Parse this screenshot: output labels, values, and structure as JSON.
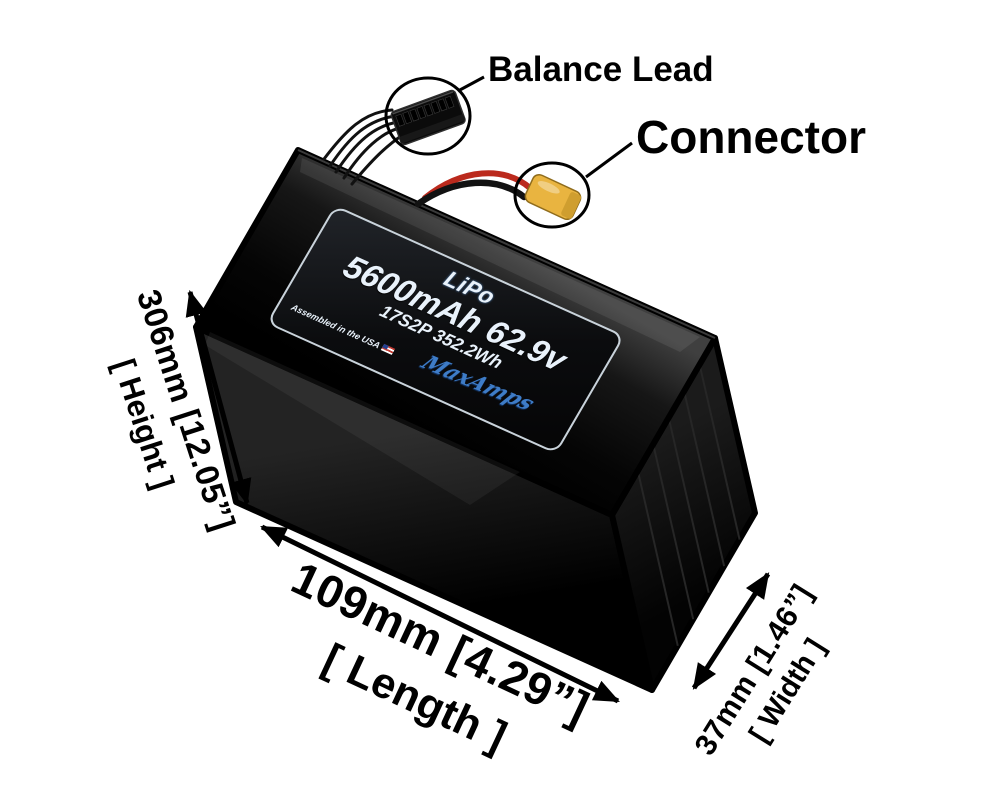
{
  "callouts": {
    "balance_lead": "Balance Lead",
    "connector": "Connector"
  },
  "battery_label": {
    "chemistry": "LiPo",
    "capacity_voltage": "5600mAh 62.9v",
    "configuration_energy": "17S2P 352.2Wh",
    "assembled_in": "Assembled in the USA",
    "brand": "MaxAmps"
  },
  "dimensions": {
    "height": {
      "value": "306mm [12.05”]",
      "label": "[ Height ]"
    },
    "length": {
      "value": "109mm [4.29”]",
      "label": "[ Length ]"
    },
    "width": {
      "value": "37mm [1.46”]",
      "label": "[ Width ]"
    }
  },
  "colors": {
    "background": "#ffffff",
    "battery_body": "#0a0a0a",
    "connector_yellow": "#e9b440",
    "wire_red": "#bb2a1d",
    "logo_blue": "#3e7cc7",
    "annotation": "#000000"
  }
}
